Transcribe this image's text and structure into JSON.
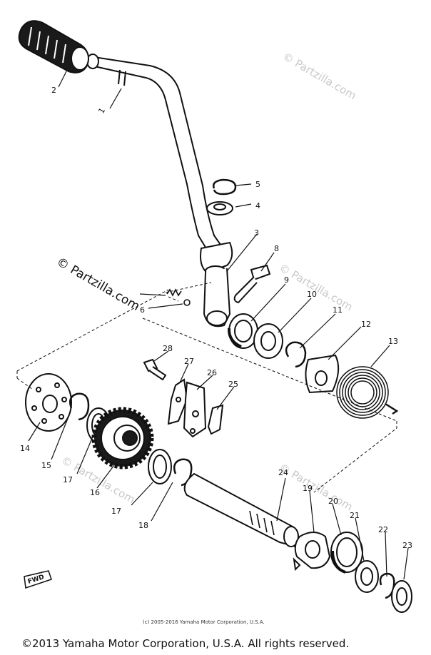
{
  "watermark": "© Partzilla.com",
  "watermark_alt": "© Partzilla.com",
  "small_copyright": "(c) 2005-2016 Yamaha Motor Corporation, U.S.A.",
  "copyright": "©2013 Yamaha Motor Corporation, U.S.A. All rights reserved.",
  "fwd_label": "FWD",
  "part_labels": {
    "p1": "1",
    "p2": "2",
    "p3": "3",
    "p4": "4",
    "p5": "5",
    "p6": "6",
    "p8": "8",
    "p9": "9",
    "p10": "10",
    "p11": "11",
    "p12": "12",
    "p13": "13",
    "p14": "14",
    "p15": "15",
    "p16": "16",
    "p17a": "17",
    "p17b": "17",
    "p18": "18",
    "p19": "19",
    "p20": "20",
    "p21": "21",
    "p22": "22",
    "p23": "23",
    "p24": "24",
    "p25": "25",
    "p26": "26",
    "p27": "27",
    "p28": "28"
  }
}
